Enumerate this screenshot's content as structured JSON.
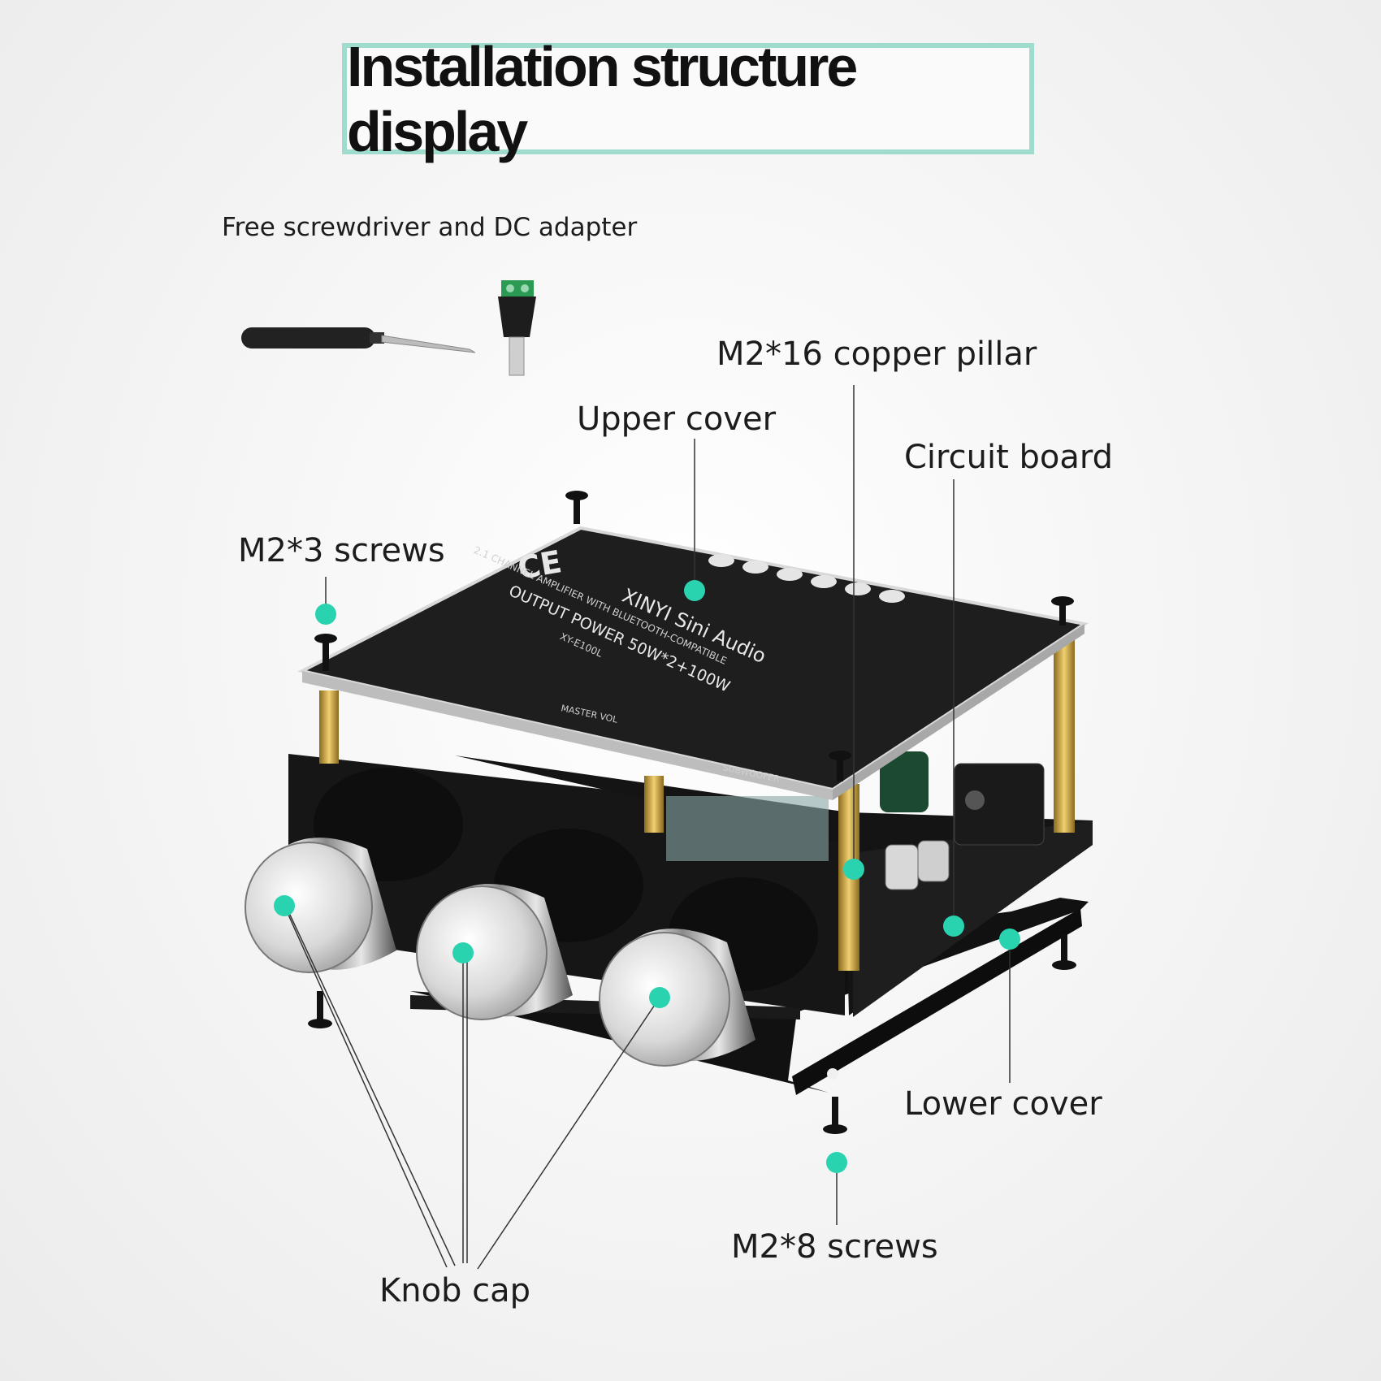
{
  "title": "Installation structure display",
  "accessories_label": "Free screwdriver and DC adapter",
  "callouts": {
    "copper_pillar": "M2*16 copper pillar",
    "upper_cover": "Upper cover",
    "circuit_board": "Circuit board",
    "m2x3_screws": "M2*3 screws",
    "lower_cover": "Lower cover",
    "m2x8_screws": "M2*8 screws",
    "knob_cap": "Knob cap"
  },
  "board_print": {
    "brand": "XINYI Sini Audio",
    "line1": "2.1 CHANNEL AMPLIFIER WITH BLUETOOTH-COMPATIBLE",
    "line2": "OUTPUT POWER 50W*2+100W",
    "model": "XY-E100L",
    "ce": "CE",
    "knob1": "MASTER VOL",
    "knob2": "SUBWOOFER"
  },
  "colors": {
    "accent": "#2ad3b0",
    "title_border": "#9fdccd",
    "board": "#1c1c1c",
    "pillar": "#c9a23a"
  }
}
